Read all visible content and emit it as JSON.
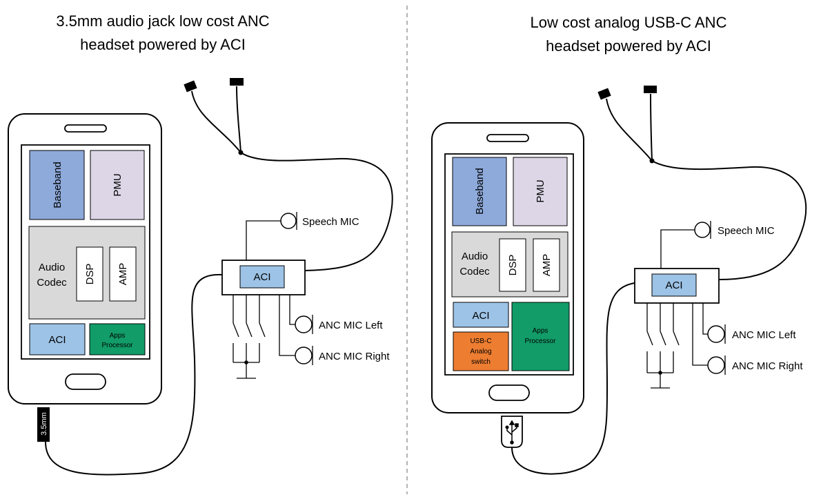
{
  "divider_color": "#9a9a9a",
  "colors": {
    "baseband": "#8eaadb",
    "pmu": "#dcd6e6",
    "codec": "#d9d9d9",
    "aci": "#9dc3e6",
    "apps": "#119c68",
    "usb_switch": "#ed7d31"
  },
  "left": {
    "title_line1": "3.5mm audio jack low cost ANC",
    "title_line2": "headset powered by ACI",
    "phone": {
      "baseband": "Baseband",
      "pmu": "PMU",
      "audio_line1": "Audio",
      "audio_line2": "Codec",
      "dsp": "DSP",
      "amp": "AMP",
      "aci": "ACI",
      "apps_line1": "Apps",
      "apps_line2": "Processor"
    },
    "connector_label": "3.5mm",
    "headset": {
      "aci": "ACI",
      "speech_mic": "Speech MIC",
      "anc_left": "ANC MIC Left",
      "anc_right": "ANC MIC Right"
    }
  },
  "right": {
    "title_line1": "Low cost analog USB-C ANC",
    "title_line2": "headset powered by ACI",
    "phone": {
      "baseband": "Baseband",
      "pmu": "PMU",
      "audio_line1": "Audio",
      "audio_line2": "Codec",
      "dsp": "DSP",
      "amp": "AMP",
      "aci": "ACI",
      "switch_line1": "USB-C",
      "switch_line2": "Analog",
      "switch_line3": "switch",
      "apps_line1": "Apps",
      "apps_line2": "Processor"
    },
    "connector_icon": "usb-icon",
    "headset": {
      "aci": "ACI",
      "speech_mic": "Speech MIC",
      "anc_left": "ANC MIC Left",
      "anc_right": "ANC MIC Right"
    }
  }
}
